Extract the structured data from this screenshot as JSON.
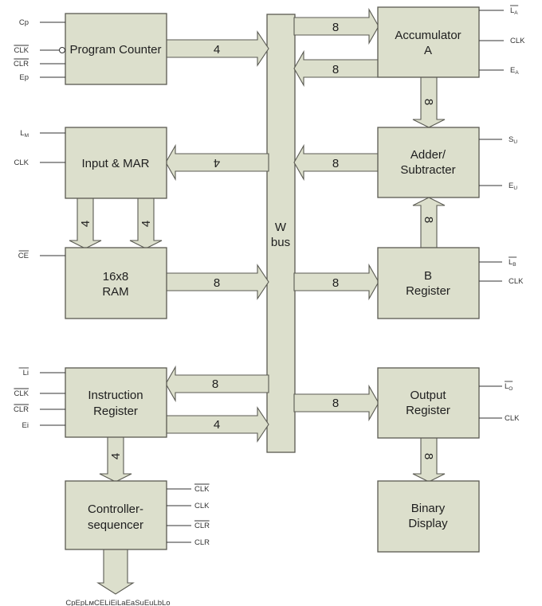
{
  "diagram": {
    "title": "SAP-1 Architecture Block Diagram",
    "colors": {
      "block_fill": "#dcdfcc",
      "stroke": "#5a5a52",
      "background": "#ffffff"
    },
    "bus": {
      "lines": [
        "W",
        "bus"
      ]
    },
    "blocks": {
      "program_counter": {
        "lines": [
          "Program Counter"
        ]
      },
      "input_mar": {
        "lines": [
          "Input & MAR"
        ]
      },
      "ram": {
        "lines": [
          "16x8",
          "RAM"
        ]
      },
      "instruction_register": {
        "lines": [
          "Instruction",
          "Register"
        ]
      },
      "controller_sequencer": {
        "lines": [
          "Controller-",
          "sequencer"
        ]
      },
      "accumulator": {
        "lines": [
          "Accumulator",
          "A"
        ]
      },
      "adder_subtracter": {
        "lines": [
          "Adder/",
          "Subtracter"
        ]
      },
      "b_register": {
        "lines": [
          "B",
          "Register"
        ]
      },
      "output_register": {
        "lines": [
          "Output",
          "Register"
        ]
      },
      "binary_display": {
        "lines": [
          "Binary",
          "Display"
        ]
      }
    },
    "bus_widths": {
      "pc_to_bus": "4",
      "bus_to_acc": "8",
      "acc_to_bus": "8",
      "acc_to_adder": "8",
      "bus_to_mar": "4",
      "adder_to_bus": "8",
      "mar_to_ram_left": "4",
      "mar_to_ram_right": "4",
      "b_to_adder": "8",
      "ram_to_bus": "8",
      "bus_to_b": "8",
      "bus_to_ir": "8",
      "ir_to_bus": "4",
      "bus_to_out": "8",
      "ir_to_controller": "4",
      "out_to_display": "8"
    },
    "signals": {
      "pc": [
        {
          "main": "Cp",
          "sub": "",
          "bar": false
        },
        {
          "main": "CLK",
          "sub": "",
          "bar": true
        },
        {
          "main": "CLR",
          "sub": "",
          "bar": true
        },
        {
          "main": "Ep",
          "sub": "",
          "bar": false
        }
      ],
      "mar": [
        {
          "main": "L",
          "sub": "M",
          "bar": false
        },
        {
          "main": "CLK",
          "sub": "",
          "bar": false
        }
      ],
      "ram": [
        {
          "main": "CE",
          "sub": "",
          "bar": true
        }
      ],
      "ir": [
        {
          "main": "Li",
          "sub": "",
          "bar": true
        },
        {
          "main": "CLK",
          "sub": "",
          "bar": true
        },
        {
          "main": "CLR",
          "sub": "",
          "bar": true
        },
        {
          "main": "Ei",
          "sub": "",
          "bar": false
        }
      ],
      "controller": [
        {
          "main": "CLK",
          "sub": "",
          "bar": true
        },
        {
          "main": "CLK",
          "sub": "",
          "bar": false
        },
        {
          "main": "CLR",
          "sub": "",
          "bar": true
        },
        {
          "main": "CLR",
          "sub": "",
          "bar": false
        }
      ],
      "acc": [
        {
          "main": "L",
          "sub": "A",
          "bar": true
        },
        {
          "main": "CLK",
          "sub": "",
          "bar": false
        },
        {
          "main": "E",
          "sub": "A",
          "bar": false
        }
      ],
      "adder": [
        {
          "main": "S",
          "sub": "U",
          "bar": false
        },
        {
          "main": "E",
          "sub": "U",
          "bar": false
        }
      ],
      "b": [
        {
          "main": "L",
          "sub": "B",
          "bar": true
        },
        {
          "main": "CLK",
          "sub": "",
          "bar": false
        }
      ],
      "out": [
        {
          "main": "L",
          "sub": "O",
          "bar": true
        },
        {
          "main": "CLK",
          "sub": "",
          "bar": false
        }
      ]
    },
    "control_word": "CpEpLмCELiEiLаEаSuEuLbLo"
  }
}
